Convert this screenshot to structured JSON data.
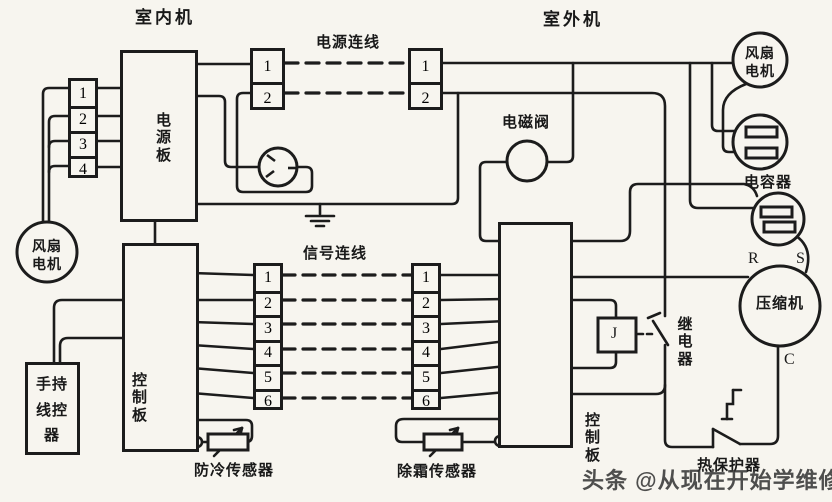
{
  "titles": {
    "indoor": "室内机",
    "outdoor": "室外机"
  },
  "labels": {
    "power_link": "电源连线",
    "signal_link": "信号连线",
    "power_board": "电源板",
    "indoor_ctrl_board": "控制板",
    "outdoor_ctrl_board": "控制板",
    "handheld_controller": "手持线控器",
    "indoor_fan_motor": "风扇电机",
    "outdoor_fan_motor": "风扇电机",
    "solenoid_valve": "电磁阀",
    "capacitor": "电容器",
    "compressor": "压缩机",
    "relay": "继电器",
    "relay_coil": "J",
    "anticold_sensor": "防冷传感器",
    "defrost_sensor": "除霜传感器",
    "thermal_protector": "热保护器",
    "terminal_r": "R",
    "terminal_s": "S",
    "terminal_c": "C"
  },
  "connectors": {
    "indoor_fan_block": [
      "1",
      "2",
      "3",
      "4"
    ],
    "power_indoor": [
      "1",
      "2"
    ],
    "power_outdoor": [
      "1",
      "2"
    ],
    "signal_indoor": [
      "1",
      "2",
      "3",
      "4",
      "5",
      "6"
    ],
    "signal_outdoor": [
      "1",
      "2",
      "3",
      "4",
      "5",
      "6"
    ]
  },
  "watermark": "头条 @从现在开始学维修",
  "colors": {
    "line": "#1c1c1c",
    "background": "#f7f5ef",
    "watermark_gray": "#373737"
  }
}
